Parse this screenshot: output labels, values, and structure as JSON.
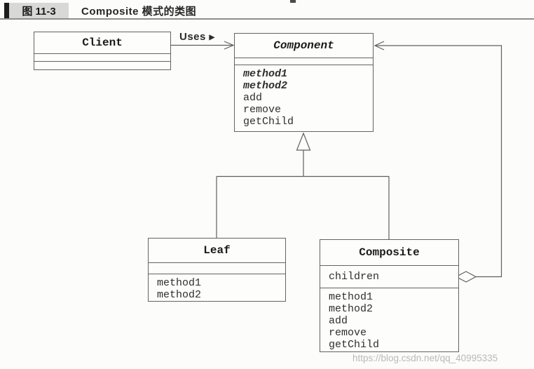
{
  "figure_header": {
    "label": "图 11-3",
    "title": "Composite 模式的类图"
  },
  "diagram": {
    "classes": {
      "client": {
        "name": "Client",
        "attributes": [],
        "methods": []
      },
      "component": {
        "name": "Component",
        "attributes": [],
        "methods": [
          "method1",
          "method2",
          "add",
          "remove",
          "getChild"
        ]
      },
      "leaf": {
        "name": "Leaf",
        "attributes": [],
        "methods": [
          "method1",
          "method2"
        ]
      },
      "composite": {
        "name": "Composite",
        "attributes": [
          "children"
        ],
        "methods": [
          "method1",
          "method2",
          "add",
          "remove",
          "getChild"
        ]
      }
    },
    "uses": {
      "label": "Uses",
      "direction_icon": "▶"
    },
    "colors": {
      "line": "#5f5f5f",
      "box_fill": "#fdfdfc"
    }
  },
  "watermark": {
    "text": "https://blog.csdn.net/qq_40995335"
  }
}
